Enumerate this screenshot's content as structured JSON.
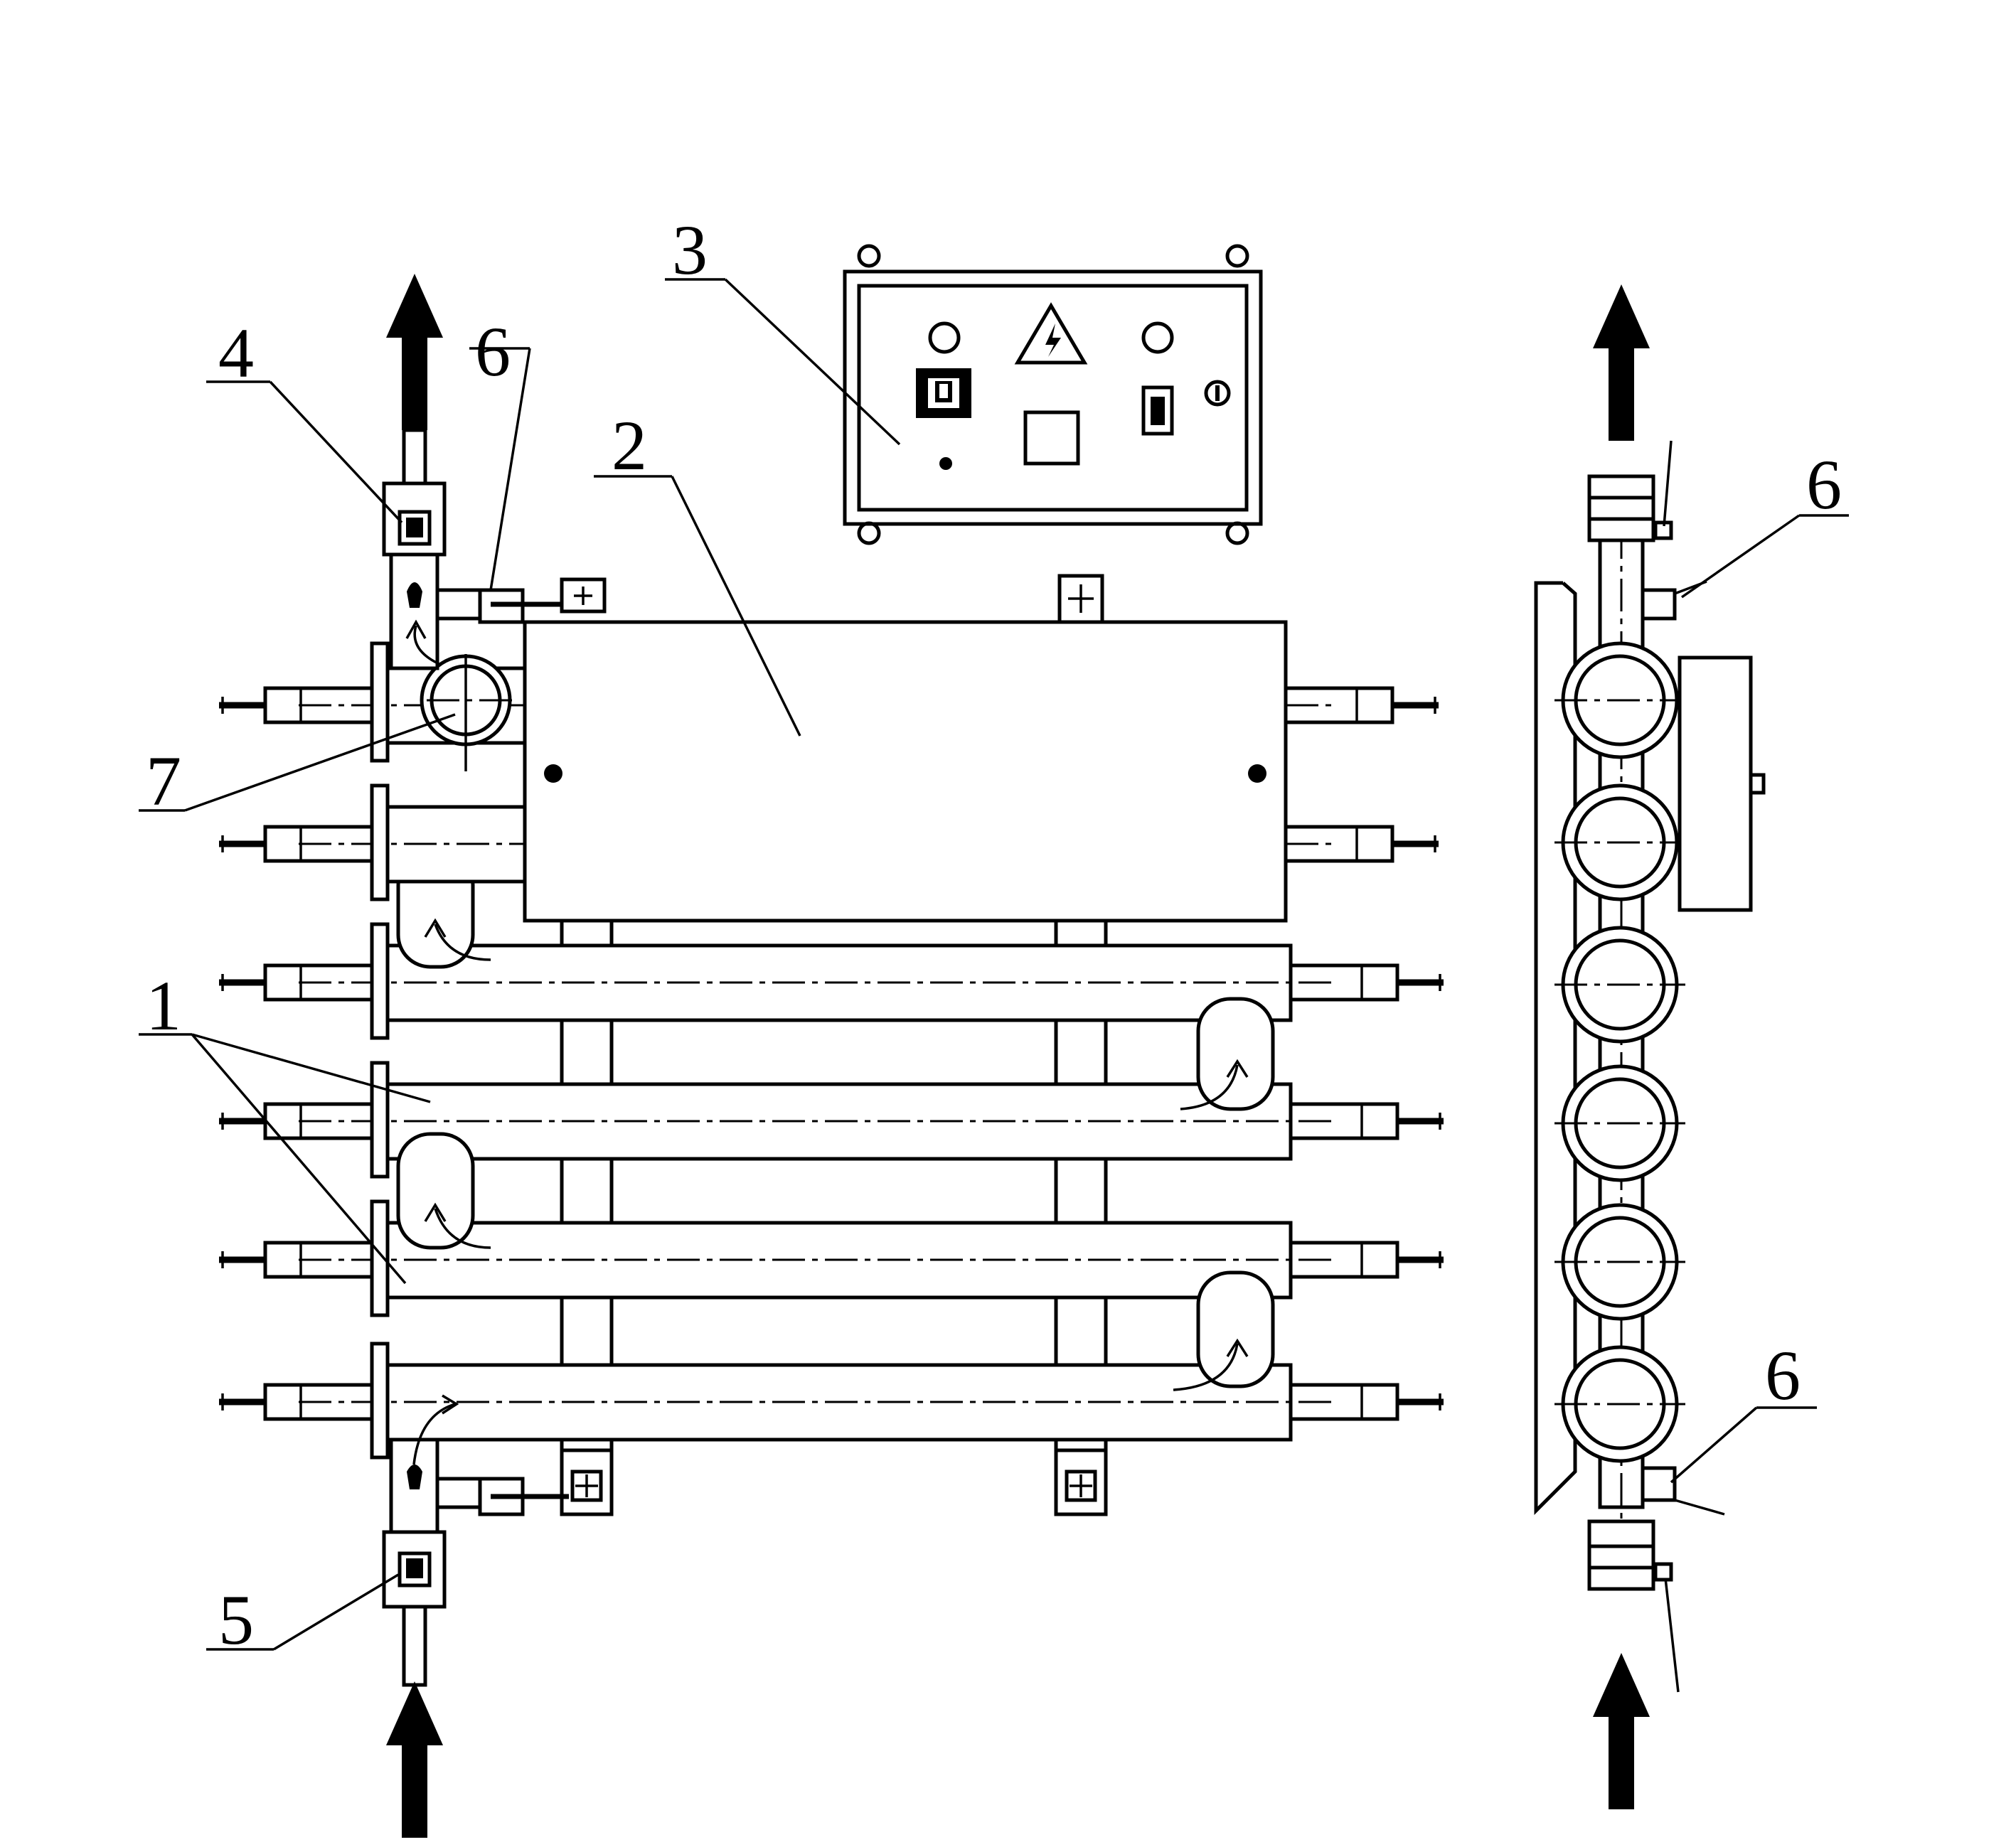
{
  "figure": {
    "labels": {
      "heating_tubes": "1",
      "casing": "2",
      "control_box": "3",
      "outlet_valve": "4",
      "inlet_valve": "5",
      "drain_valve_top": "6",
      "drain_valve_side_top": "6",
      "drain_valve_side_bottom": "6",
      "pressure_gauge": "7"
    },
    "control_panel": {
      "warning_symbol": "electric-warning-icon",
      "power_symbol": "power-icon"
    },
    "flow_direction": "bottom-to-top"
  }
}
